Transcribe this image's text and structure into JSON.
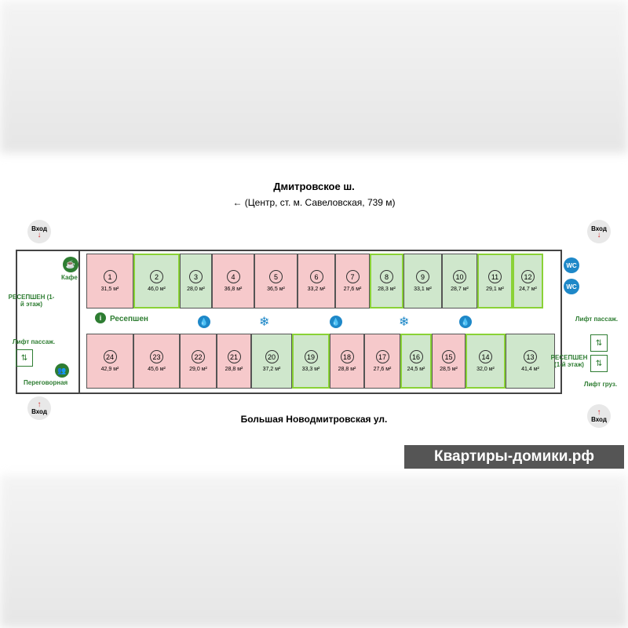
{
  "header": {
    "street_top": "Дмитровское ш.",
    "direction": "← (Центр, ст. м. Савеловская, 739 м)",
    "street_bottom": "Большая Новодмитровская ул."
  },
  "watermark": "Квартиры-домики.рф",
  "left": {
    "entry_top": "Вход",
    "entry_bottom": "Вход",
    "cafe": "Кафе",
    "reception": "РЕСЕПШЕН (1-й этаж)",
    "lift": "Лифт пассаж.",
    "meeting": "Переговорная"
  },
  "right": {
    "entry_top": "Вход",
    "entry_bottom": "Вход",
    "wc1": "WC",
    "wc2": "WC",
    "lift": "Лифт пассаж.",
    "reception": "РЕСЕПШЕН (1-й этаж)",
    "freight": "Лифт груз."
  },
  "corridor": {
    "reception": "Ресепшен",
    "info_icon": "i"
  },
  "colors": {
    "occupied": "#f6c9cb",
    "available": "#cfe7cc",
    "highlight": "#8ad236"
  },
  "rooms_top": [
    {
      "n": "1",
      "a": "31,5 м²",
      "s": "pink"
    },
    {
      "n": "2",
      "a": "46,0 м²",
      "s": "green",
      "hl": true
    },
    {
      "n": "3",
      "a": "28,0 м²",
      "s": "green"
    },
    {
      "n": "4",
      "a": "36,8 м²",
      "s": "pink"
    },
    {
      "n": "5",
      "a": "36,5 м²",
      "s": "pink"
    },
    {
      "n": "6",
      "a": "33,2 м²",
      "s": "pink"
    },
    {
      "n": "7",
      "a": "27,6 м²",
      "s": "pink"
    },
    {
      "n": "8",
      "a": "28,3 м²",
      "s": "green",
      "hl": true
    },
    {
      "n": "9",
      "a": "33,1 м²",
      "s": "green"
    },
    {
      "n": "10",
      "a": "28,7 м²",
      "s": "green"
    },
    {
      "n": "11",
      "a": "29,1 м²",
      "s": "green",
      "hl": true
    },
    {
      "n": "12",
      "a": "24,7 м²",
      "s": "green",
      "hl": true
    }
  ],
  "rooms_bottom": [
    {
      "n": "24",
      "a": "42,9 м²",
      "s": "pink"
    },
    {
      "n": "23",
      "a": "45,6 м²",
      "s": "pink"
    },
    {
      "n": "22",
      "a": "29,0 м²",
      "s": "pink"
    },
    {
      "n": "21",
      "a": "28,8 м²",
      "s": "pink"
    },
    {
      "n": "20",
      "a": "37,2 м²",
      "s": "green"
    },
    {
      "n": "19",
      "a": "33,3 м²",
      "s": "green",
      "hl": true
    },
    {
      "n": "18",
      "a": "28,8 м²",
      "s": "pink"
    },
    {
      "n": "17",
      "a": "27,6 м²",
      "s": "pink"
    },
    {
      "n": "16",
      "a": "24,5 м²",
      "s": "green",
      "hl": true
    },
    {
      "n": "15",
      "a": "28,5 м²",
      "s": "pink"
    },
    {
      "n": "14",
      "a": "32,0 м²",
      "s": "green",
      "hl": true
    },
    {
      "n": "13",
      "a": "41,4 м²",
      "s": "green"
    }
  ]
}
